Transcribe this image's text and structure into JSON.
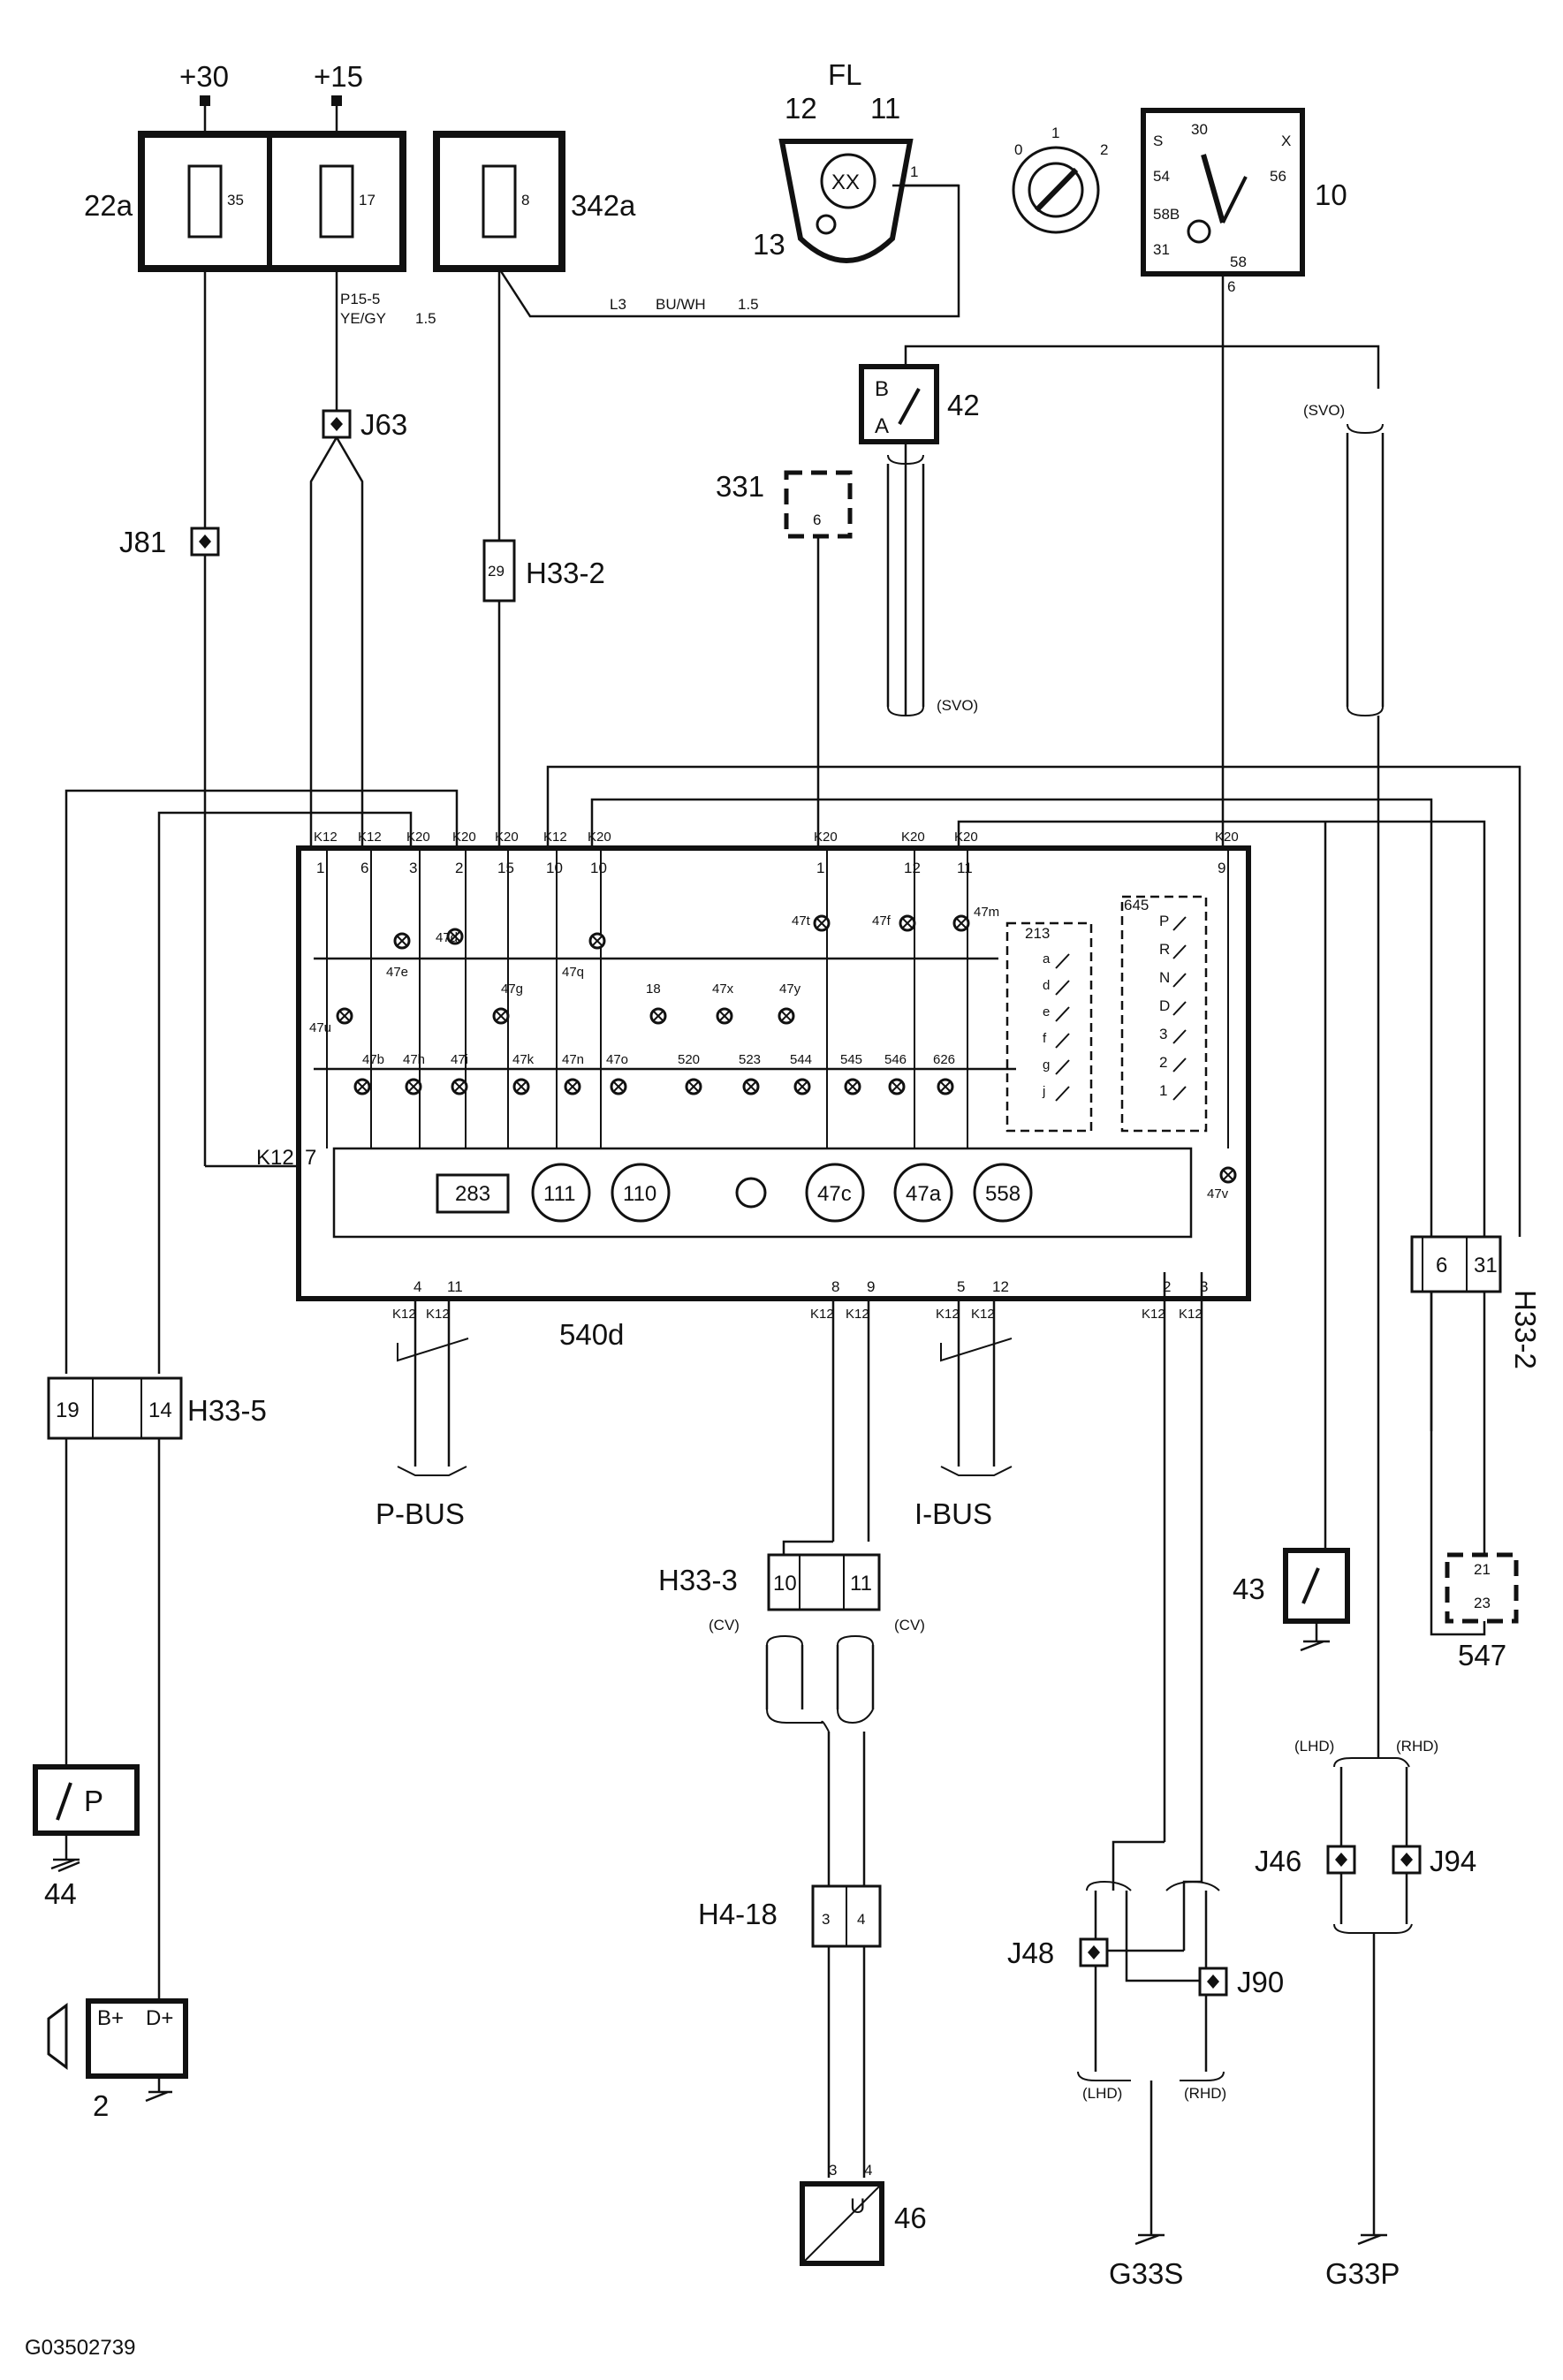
{
  "supply": {
    "b30": "+30",
    "b15": "+15"
  },
  "fuse_boxes": {
    "left": "22a",
    "right": "342a"
  },
  "fuses": [
    "35",
    "17",
    "8"
  ],
  "wire_notes": {
    "p15": "P15-5",
    "p15_color": "YE/GY",
    "p15_size": "1.5",
    "l3": "L3",
    "l3_color": "BU/WH",
    "l3_size": "1.5"
  },
  "fl": {
    "title": "FL",
    "c12": "12",
    "c11": "11",
    "c13": "13",
    "lamp": "XX",
    "pin1": "1"
  },
  "light_switch": {
    "p0": "0",
    "p1": "1",
    "p2": "2"
  },
  "ignition": {
    "label": "10",
    "p30": "30",
    "pX": "X",
    "pS": "S",
    "p54": "54",
    "p56": "56",
    "p58B": "58B",
    "p31": "31",
    "p58": "58",
    "p6": "6"
  },
  "switch42": {
    "label": "42",
    "b": "B",
    "a": "A"
  },
  "splices": {
    "j81": "J81",
    "j63": "J63",
    "j46": "J46",
    "j94": "J94",
    "j48": "J48",
    "j90": "J90"
  },
  "c331": {
    "label": "331",
    "pin": "6"
  },
  "h33_2": {
    "label": "H33-2",
    "pin": "29"
  },
  "h33_2b": {
    "label": "H33-2",
    "p6": "6",
    "p31": "31"
  },
  "svo": "(SVO)",
  "cv": "(CV)",
  "lhd": "(LHD)",
  "rhd": "(RHD)",
  "module": {
    "label": "540d",
    "top_connectors": [
      "K12",
      "K12",
      "K20",
      "K20",
      "K20",
      "K12",
      "K20",
      "K20",
      "K20",
      "K20",
      "K20"
    ],
    "top_pins": [
      "1",
      "6",
      "3",
      "2",
      "15",
      "10",
      "10",
      "1",
      "12",
      "11",
      "9"
    ],
    "indicators": [
      "47e",
      "47d",
      "47q",
      "47t",
      "47f",
      "47m",
      "47u",
      "47b",
      "47h",
      "47i",
      "47g",
      "47k",
      "47n",
      "47o",
      "18",
      "520",
      "47x",
      "523",
      "47y",
      "544",
      "545",
      "546",
      "626",
      "47v"
    ],
    "gauges": [
      "283",
      "111",
      "110",
      "47c",
      "47a",
      "558"
    ],
    "box213": {
      "title": "213",
      "items": [
        "a",
        "d",
        "e",
        "f",
        "g",
        "j"
      ]
    },
    "box645": {
      "title": "645",
      "items": [
        "P",
        "R",
        "N",
        "D",
        "3",
        "2",
        "1"
      ]
    },
    "left_k12": "K12",
    "left_pin": "7",
    "bottom_pins": [
      "4",
      "11",
      "8",
      "9",
      "5",
      "12",
      "2",
      "3"
    ],
    "bottom_conn": [
      "K12",
      "K12",
      "K12",
      "K12",
      "K12",
      "K12",
      "K12",
      "K12"
    ]
  },
  "bus": {
    "p": "P-BUS",
    "i": "I-BUS"
  },
  "h33_5": {
    "label": "H33-5",
    "p19": "19",
    "p14": "14"
  },
  "h33_3": {
    "label": "H33-3",
    "p10": "10",
    "p11": "11"
  },
  "h4_18": {
    "label": "H4-18",
    "p3": "3",
    "p4": "4"
  },
  "c547": {
    "label": "547",
    "p21": "21",
    "p23": "23"
  },
  "comp43": {
    "label": "43"
  },
  "comp44": {
    "label": "44",
    "sym": "P"
  },
  "comp2": {
    "label": "2",
    "bplus": "B+",
    "dplus": "D+"
  },
  "comp46": {
    "label": "46",
    "u": "U",
    "p3": "3",
    "p4": "4"
  },
  "grounds": {
    "g33s": "G33S",
    "g33p": "G33P"
  },
  "figure_id": "G03502739"
}
